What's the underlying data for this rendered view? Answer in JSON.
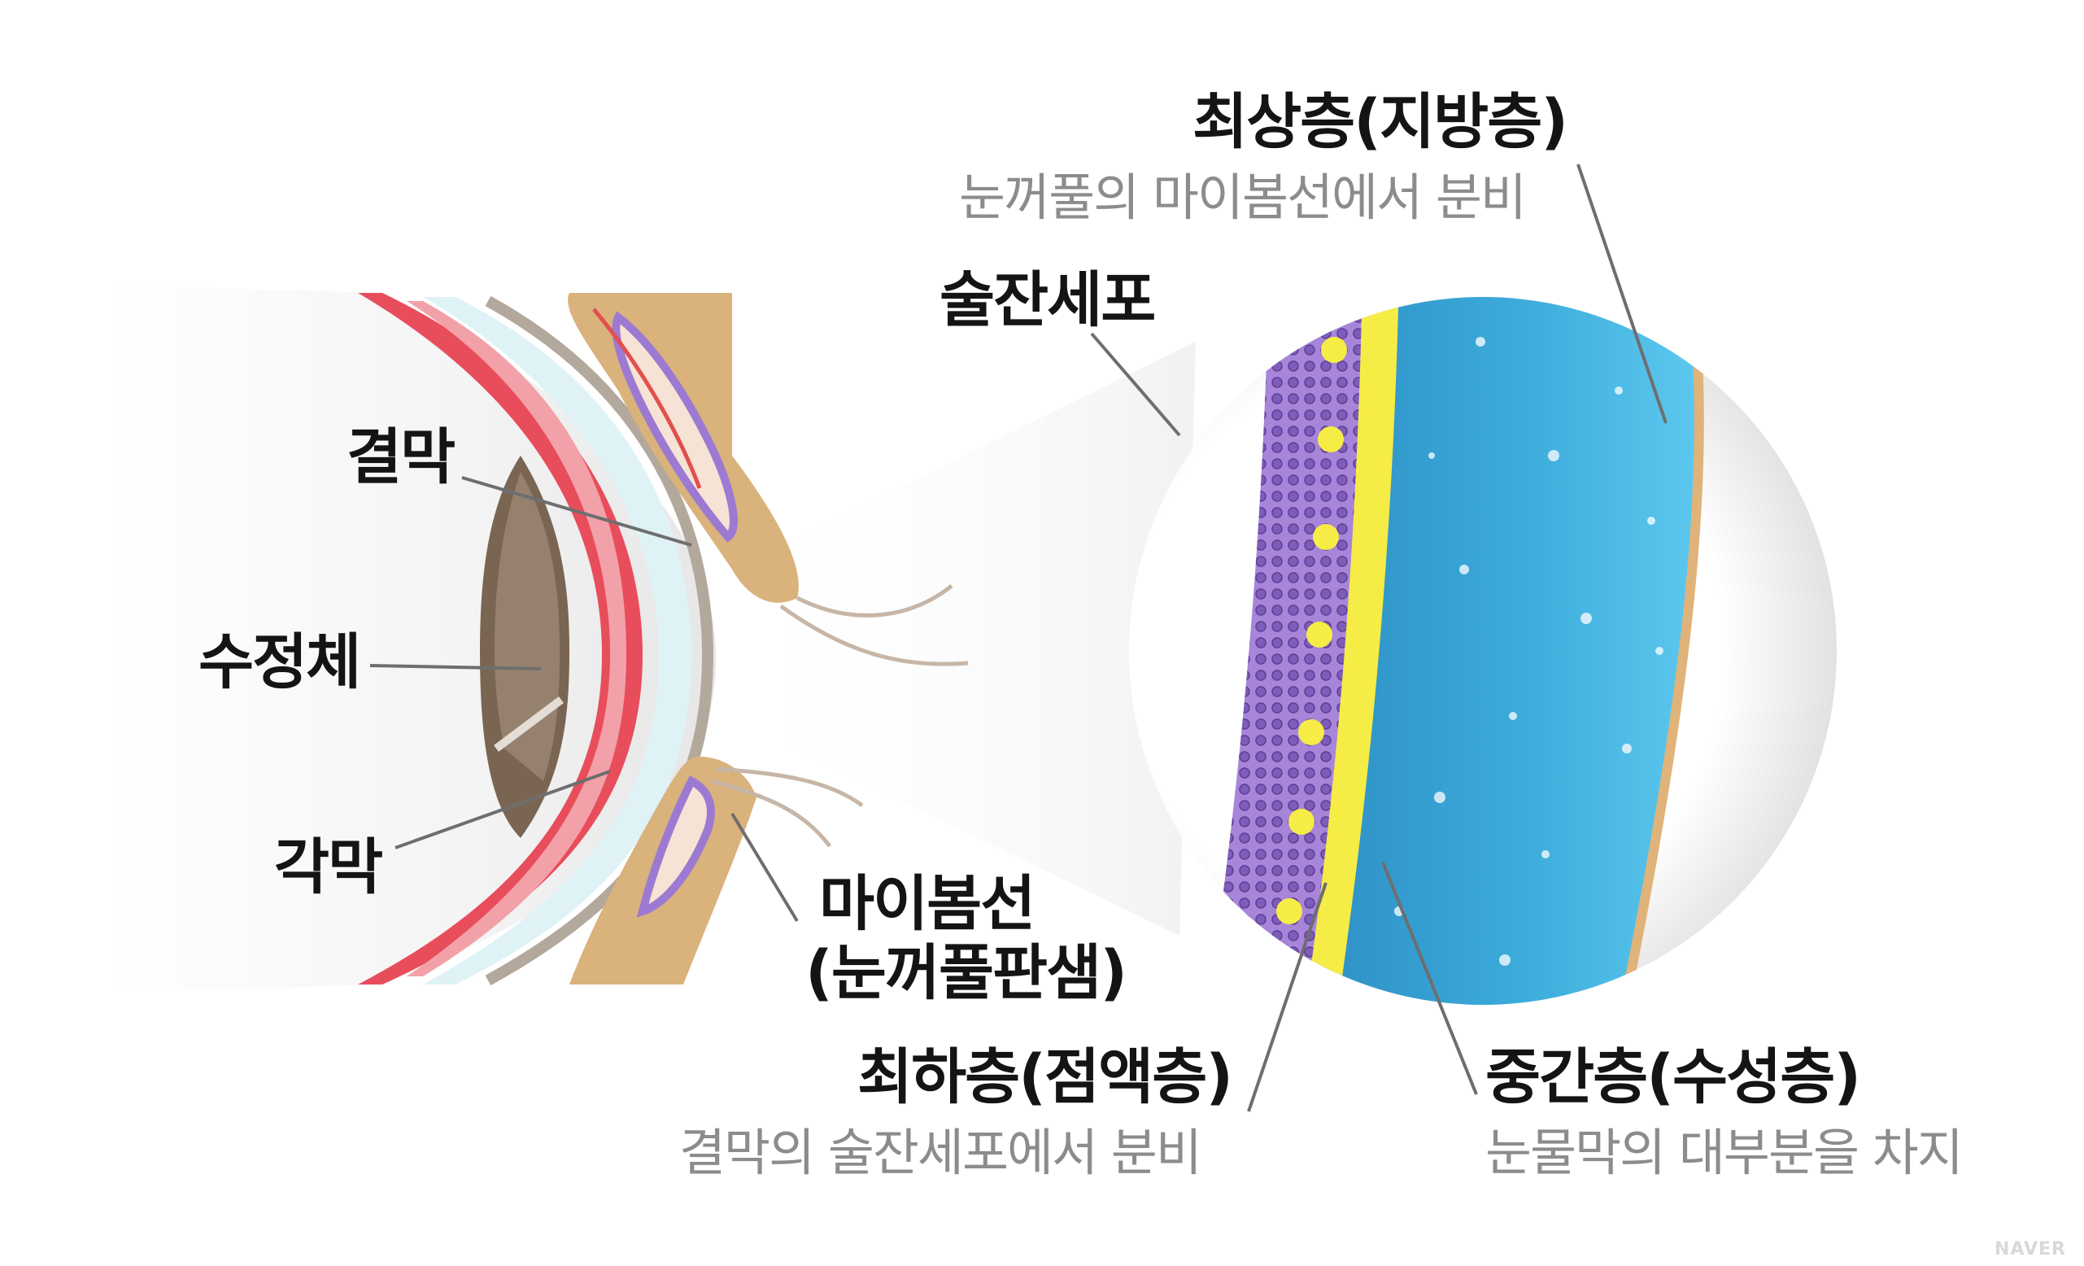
{
  "labels": {
    "conjunctiva": "결막",
    "lens": "수정체",
    "cornea": "각막",
    "meibomian_line1": "마이봄선",
    "meibomian_line2": "(눈꺼풀판샘)",
    "goblet_cell": "술잔세포",
    "top_layer_title": "최상층(지방층)",
    "top_layer_desc": "눈꺼풀의 마이봄선에서 분비",
    "bottom_layer_title": "최하층(점액층)",
    "bottom_layer_desc": "결막의 술잔세포에서 분비",
    "middle_layer_title": "중간층(수성층)",
    "middle_layer_desc": "눈물막의 대부분을 차지"
  },
  "watermark": "NAVER",
  "colors": {
    "aqueous_layer": "#3aa6d6",
    "lipid_layer": "#e0b37a",
    "mucin_layer": "#f6ec46",
    "epithelium": "#9d7ad2",
    "sclera_red": "#e84d5c",
    "cornea_blue": "#dff3f7",
    "eyelid_skin": "#d9b27c"
  }
}
